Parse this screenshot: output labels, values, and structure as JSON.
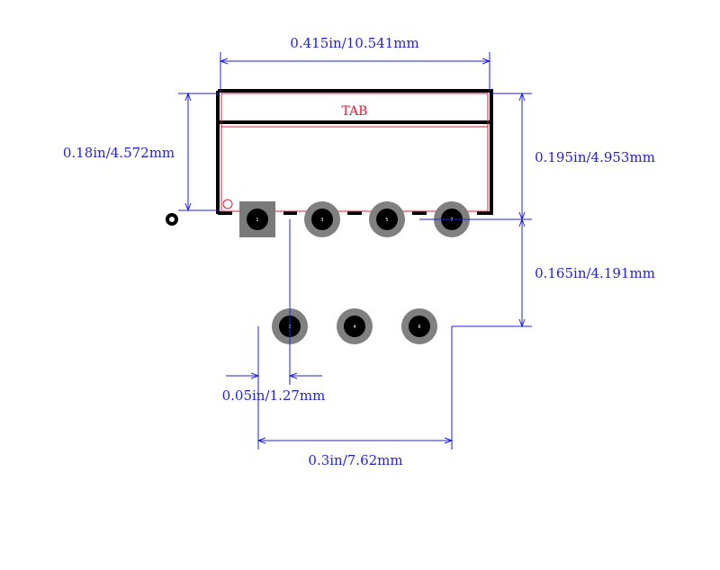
{
  "colors": {
    "dimension": "#1f1fe0",
    "outline": "#000000",
    "courtyard": "#d0203a",
    "pad_ring": "#808080",
    "pad_square": "#7a7a7a",
    "hole": "#000000",
    "background": "#ffffff"
  },
  "dimensions": {
    "overall_width": "0.415in/10.541mm",
    "body_height": "0.18in/4.572mm",
    "right_height": "0.195in/4.953mm",
    "row_spacing": "0.165in/4.191mm",
    "pin_pitch": "0.05in/1.27mm",
    "row_span": "0.3in/7.62mm"
  },
  "tab_label": "TAB",
  "pins": [
    {
      "number": "1",
      "row": "top",
      "shape": "square"
    },
    {
      "number": "3",
      "row": "top",
      "shape": "round"
    },
    {
      "number": "5",
      "row": "top",
      "shape": "round"
    },
    {
      "number": "7",
      "row": "top",
      "shape": "round"
    },
    {
      "number": "2",
      "row": "bottom",
      "shape": "round"
    },
    {
      "number": "4",
      "row": "bottom",
      "shape": "round"
    },
    {
      "number": "6",
      "row": "bottom",
      "shape": "round"
    }
  ]
}
